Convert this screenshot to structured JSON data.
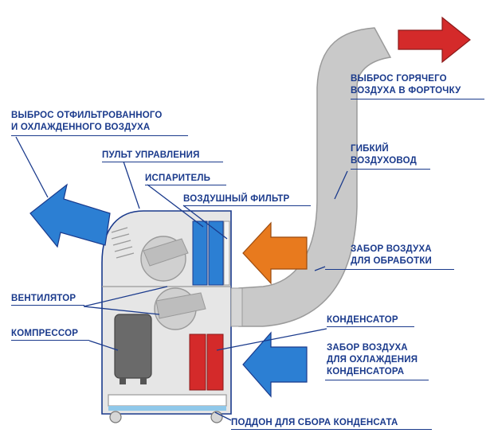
{
  "labels": {
    "hot_exhaust_1": "ВЫБРОС ГОРЯЧЕГО",
    "hot_exhaust_2": "ВОЗДУХА В ФОРТОЧКУ",
    "cool_out_1": "ВЫБРОС ОТФИЛЬТРОВАННОГО",
    "cool_out_2": "И ОХЛАЖДЕННОГО ВОЗДУХА",
    "control_panel": "ПУЛЬТ УПРАВЛЕНИЯ",
    "evaporator": "ИСПАРИТЕЛЬ",
    "air_filter": "ВОЗДУШНЫЙ ФИЛЬТР",
    "hose_1": "ГИБКИЙ",
    "hose_2": "ВОЗДУХОВОД",
    "intake_1": "ЗАБОР ВОЗДУХА",
    "intake_2": "ДЛЯ ОБРАБОТКИ",
    "fan": "ВЕНТИЛЯТОР",
    "compressor": "КОМПРЕССОР",
    "condenser": "КОНДЕНСАТОР",
    "cond_intake_1": "ЗАБОР ВОЗДУХА",
    "cond_intake_2": "ДЛЯ ОХЛАЖДЕНИЯ",
    "cond_intake_3": "КОНДЕНСАТОРА",
    "drain_pan": "ПОДДОН ДЛЯ СБОРА КОНДЕНСАТА"
  },
  "colors": {
    "label_text": "#1a3a8c",
    "hot_arrow": "#d42a2a",
    "cool_arrow": "#2c7fd3",
    "intake_arrow": "#e87a1e",
    "hose": "#c9c9c9",
    "body_fill": "#e6e6e6",
    "outline": "#1a3a8c",
    "condenser": "#d42a2a",
    "evaporator": "#2c7fd3"
  }
}
